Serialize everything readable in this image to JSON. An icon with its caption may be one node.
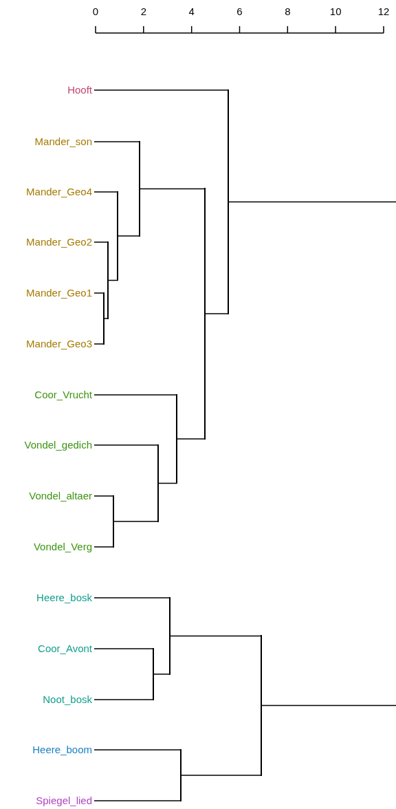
{
  "diagram": {
    "nodes": [
      {
        "text": [
          "Hooft"
        ]
      },
      {
        "text": [
          "Mander_son"
        ]
      },
      {
        "text": [
          "Mander_Geo4"
        ]
      },
      {
        "text": [
          "Mander_Geo2"
        ]
      },
      {
        "text": [
          "Mander_Geo1"
        ]
      },
      {
        "text": [
          "Mander_Geo3"
        ]
      },
      {
        "text": [
          "Coor_Vrucht"
        ]
      },
      {
        "text": [
          "Vondel_gedich"
        ]
      },
      {
        "text": [
          "Vondel_altaer"
        ]
      },
      {
        "text": [
          "Vondel_Verg"
        ]
      },
      {
        "text": [
          "Heere_bosk"
        ]
      },
      {
        "text": [
          "Coor_Avont"
        ]
      },
      {
        "text": [
          "Noot_bosk"
        ]
      },
      {
        "text": [
          "Heere_boom"
        ]
      },
      {
        "text": [
          "Spiegel_lied"
        ]
      },
      {
        "text": [],
        "shape": "bar"
      },
      {
        "text": [],
        "shape": "bar"
      },
      {
        "text": [],
        "shape": "bar"
      },
      {
        "text": [],
        "shape": "bar"
      },
      {
        "text": [],
        "shape": "bar"
      },
      {
        "text": [],
        "shape": "bar"
      },
      {
        "text": [],
        "shape": "bar"
      },
      {
        "text": [],
        "shape": "bar"
      },
      {
        "text": [],
        "shape": "bar"
      },
      {
        "text": [],
        "shape": "bar"
      },
      {
        "text": [],
        "shape": "bar"
      },
      {
        "text": [],
        "shape": "bar"
      },
      {
        "text": [],
        "shape": "bar"
      }
    ],
    "edges": [
      {
        "from": 15,
        "to": 0,
        "arrow": "none"
      },
      {
        "from": 15,
        "to": 16,
        "arrow": "none"
      },
      {
        "from": 16,
        "to": 17,
        "arrow": "none"
      },
      {
        "from": 16,
        "to": 21,
        "arrow": "none"
      },
      {
        "from": 17,
        "to": 1,
        "arrow": "none"
      },
      {
        "from": 17,
        "to": 18,
        "arrow": "none"
      },
      {
        "from": 18,
        "to": 2,
        "arrow": "none"
      },
      {
        "from": 18,
        "to": 19,
        "arrow": "none"
      },
      {
        "from": 19,
        "to": 3,
        "arrow": "none"
      },
      {
        "from": 19,
        "to": 20,
        "arrow": "none"
      },
      {
        "from": 20,
        "to": 4,
        "arrow": "none"
      },
      {
        "from": 20,
        "to": 5,
        "arrow": "none"
      },
      {
        "from": 21,
        "to": 6,
        "arrow": "none"
      },
      {
        "from": 21,
        "to": 22,
        "arrow": "none"
      },
      {
        "from": 22,
        "to": 7,
        "arrow": "none"
      },
      {
        "from": 22,
        "to": 23,
        "arrow": "none"
      },
      {
        "from": 23,
        "to": 8,
        "arrow": "none"
      },
      {
        "from": 23,
        "to": 9,
        "arrow": "none"
      },
      {
        "from": 24,
        "to": 25,
        "arrow": "none"
      },
      {
        "from": 24,
        "to": 27,
        "arrow": "none"
      },
      {
        "from": 25,
        "to": 10,
        "arrow": "none"
      },
      {
        "from": 25,
        "to": 26,
        "arrow": "none"
      },
      {
        "from": 26,
        "to": 11,
        "arrow": "none"
      },
      {
        "from": 26,
        "to": 12,
        "arrow": "none"
      },
      {
        "from": 27,
        "to": 13,
        "arrow": "none"
      },
      {
        "from": 27,
        "to": 14,
        "arrow": "none"
      },
      {
        "from": 15,
        "to": null,
        "arrow": "none"
      },
      {
        "from": 24,
        "to": null,
        "arrow": "none"
      }
    ],
    "labels": [
      "0",
      "2",
      "4",
      "6",
      "8",
      "10",
      "12"
    ]
  }
}
